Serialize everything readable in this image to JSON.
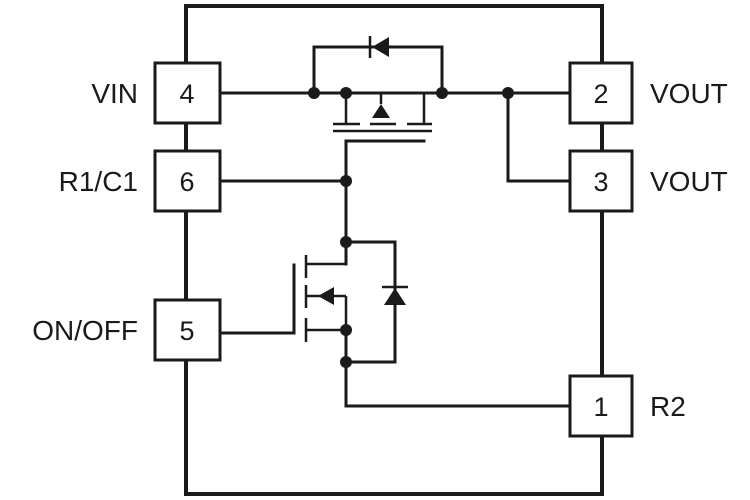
{
  "pins": [
    {
      "number": "4",
      "label": "VIN"
    },
    {
      "number": "6",
      "label": "R1/C1"
    },
    {
      "number": "5",
      "label": "ON/OFF"
    },
    {
      "number": "2",
      "label": "VOUT"
    },
    {
      "number": "3",
      "label": "VOUT"
    },
    {
      "number": "1",
      "label": "R2"
    }
  ]
}
